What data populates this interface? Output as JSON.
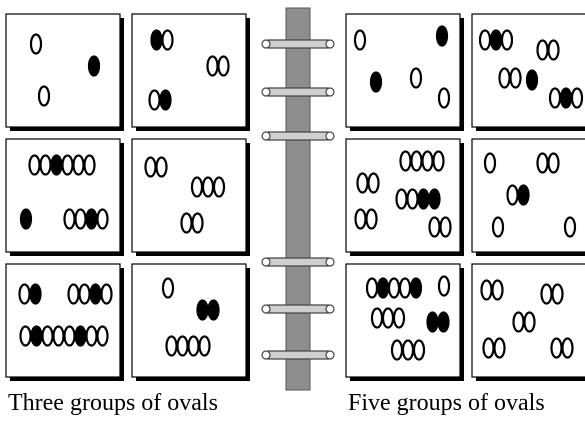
{
  "captions": {
    "left": "Three groups of ovals",
    "right": "Five groups of ovals"
  },
  "panels": [
    {
      "id": "l-r1-c1",
      "groups": [
        [
          0
        ],
        [
          1
        ],
        [
          0
        ]
      ]
    },
    {
      "id": "l-r1-c2",
      "groups": [
        [
          1,
          0
        ],
        [
          0,
          0
        ],
        [
          0,
          1
        ]
      ]
    },
    {
      "id": "l-r2-c1",
      "groups": [
        [
          0,
          0,
          1,
          0,
          0,
          0
        ],
        [
          1
        ],
        [
          0,
          0,
          1,
          0
        ]
      ]
    },
    {
      "id": "l-r2-c2",
      "groups": [
        [
          0,
          0
        ],
        [
          0,
          0,
          0
        ],
        [
          0,
          0
        ]
      ]
    },
    {
      "id": "l-r3-c1",
      "groups": [
        [
          0,
          1
        ],
        [
          0,
          0,
          1,
          0
        ],
        [
          0,
          1,
          0,
          0,
          0,
          1,
          0,
          0
        ]
      ]
    },
    {
      "id": "l-r3-c2",
      "groups": [
        [
          0
        ],
        [
          1,
          1
        ],
        [
          0,
          0,
          0,
          0
        ]
      ]
    },
    {
      "id": "r-r1-c1",
      "groups": [
        [
          0
        ],
        [
          1
        ],
        [
          1
        ],
        [
          0
        ],
        [
          0
        ]
      ]
    },
    {
      "id": "r-r1-c2",
      "groups": [
        [
          0,
          1,
          0
        ],
        [
          0,
          0
        ],
        [
          0,
          0
        ],
        [
          1
        ],
        [
          0,
          1,
          0
        ]
      ]
    },
    {
      "id": "r-r2-c1",
      "groups": [
        [
          0,
          0,
          0,
          0
        ],
        [
          0,
          0
        ],
        [
          0,
          0,
          1,
          1
        ],
        [
          0,
          0
        ],
        [
          0,
          0
        ]
      ]
    },
    {
      "id": "r-r2-c2",
      "groups": [
        [
          0
        ],
        [
          0,
          0
        ],
        [
          0,
          1
        ],
        [
          0
        ],
        [
          0
        ]
      ]
    },
    {
      "id": "r-r3-c1",
      "groups": [
        [
          0,
          1,
          0,
          0,
          1
        ],
        [
          0
        ],
        [
          0,
          0,
          0
        ],
        [
          1,
          1
        ],
        [
          0,
          0,
          0
        ]
      ]
    },
    {
      "id": "r-r3-c2",
      "groups": [
        [
          0,
          0
        ],
        [
          0,
          0
        ],
        [
          0,
          0
        ],
        [
          0,
          0
        ],
        [
          0,
          0
        ]
      ]
    }
  ],
  "colors": {
    "spine": "#8e8e8e",
    "panel_border": "#000000",
    "shadow": "#000000",
    "ring": "#cfcfcf"
  }
}
